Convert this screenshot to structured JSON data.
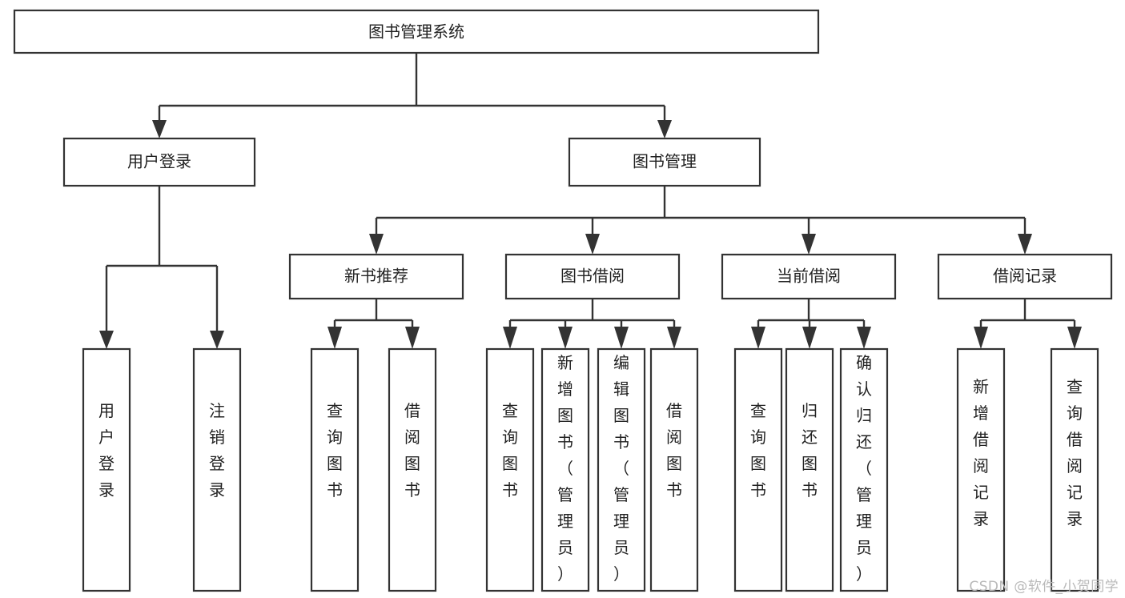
{
  "diagram": {
    "title": "图书管理系统",
    "watermark": "CSDN @软件_小贺同学",
    "type": "tree-hierarchy",
    "colors": {
      "box_stroke": "#333333",
      "box_fill": "#ffffff",
      "connector": "#333333",
      "text": "#222222",
      "watermark": "#b9b9b9",
      "background": "#ffffff"
    },
    "levels": [
      {
        "level": 1,
        "nodes": [
          {
            "id": "root",
            "label": "图书管理系统",
            "orientation": "horizontal"
          }
        ]
      },
      {
        "level": 2,
        "nodes": [
          {
            "id": "login",
            "label": "用户登录",
            "orientation": "horizontal",
            "parent": "root"
          },
          {
            "id": "bookmgmt",
            "label": "图书管理",
            "orientation": "horizontal",
            "parent": "root"
          }
        ]
      },
      {
        "level": 3,
        "nodes": [
          {
            "id": "newbook",
            "label": "新书推荐",
            "orientation": "horizontal",
            "parent": "bookmgmt"
          },
          {
            "id": "borrow",
            "label": "图书借阅",
            "orientation": "horizontal",
            "parent": "bookmgmt"
          },
          {
            "id": "current",
            "label": "当前借阅",
            "orientation": "horizontal",
            "parent": "bookmgmt"
          },
          {
            "id": "records",
            "label": "借阅记录",
            "orientation": "horizontal",
            "parent": "bookmgmt"
          }
        ]
      },
      {
        "level": 4,
        "nodes": [
          {
            "id": "leaf-user-login",
            "label": "用户登录",
            "orientation": "vertical",
            "parent": "login"
          },
          {
            "id": "leaf-user-logout",
            "label": "注销登录",
            "orientation": "vertical",
            "parent": "login"
          },
          {
            "id": "leaf-newbook-query",
            "label": "查询图书",
            "orientation": "vertical",
            "parent": "newbook"
          },
          {
            "id": "leaf-newbook-borrow",
            "label": "借阅图书",
            "orientation": "vertical",
            "parent": "newbook"
          },
          {
            "id": "leaf-borrow-query",
            "label": "查询图书",
            "orientation": "vertical",
            "parent": "borrow"
          },
          {
            "id": "leaf-borrow-add",
            "label": "新增图书（管理员）",
            "orientation": "vertical",
            "parent": "borrow"
          },
          {
            "id": "leaf-borrow-edit",
            "label": "编辑图书（管理员）",
            "orientation": "vertical",
            "parent": "borrow"
          },
          {
            "id": "leaf-borrow-borrow",
            "label": "借阅图书",
            "orientation": "vertical",
            "parent": "borrow"
          },
          {
            "id": "leaf-current-query",
            "label": "查询图书",
            "orientation": "vertical",
            "parent": "current"
          },
          {
            "id": "leaf-current-return",
            "label": "归还图书",
            "orientation": "vertical",
            "parent": "current"
          },
          {
            "id": "leaf-current-confirm",
            "label": "确认归还（管理员）",
            "orientation": "vertical",
            "parent": "current"
          },
          {
            "id": "leaf-records-add",
            "label": "新增借阅记录",
            "orientation": "vertical",
            "parent": "records"
          },
          {
            "id": "leaf-records-query",
            "label": "查询借阅记录",
            "orientation": "vertical",
            "parent": "records"
          }
        ]
      }
    ]
  }
}
